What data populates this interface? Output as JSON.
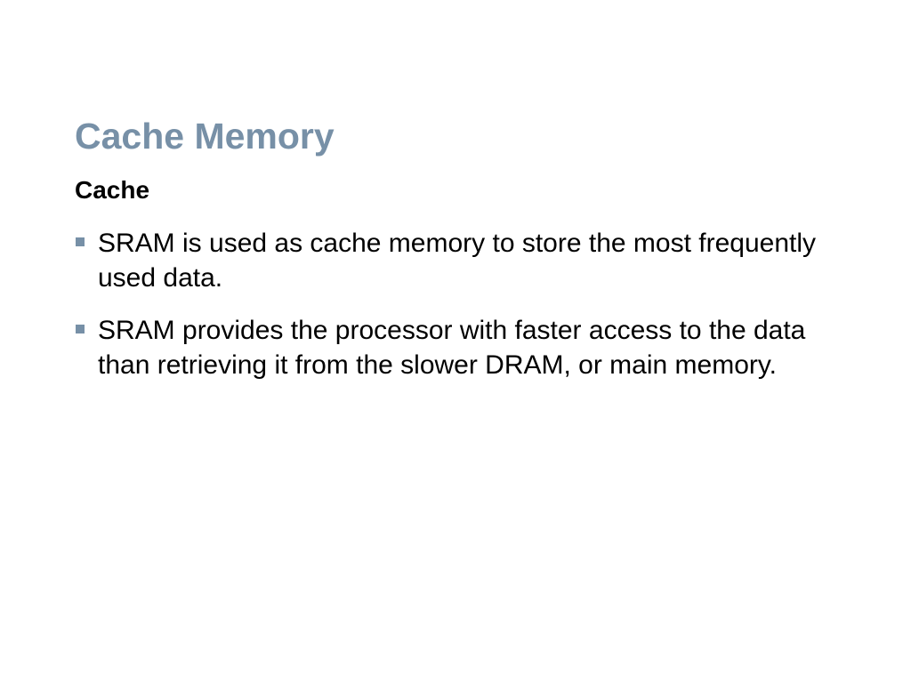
{
  "slide": {
    "title": "Cache Memory",
    "subheading": "Cache",
    "bullets": [
      {
        "text": "SRAM is used as cache memory to store the most frequently used data."
      },
      {
        "text": "SRAM provides the processor with faster access to the data than retrieving it from the slower DRAM, or main memory."
      }
    ]
  },
  "colors": {
    "title": "#7790a7",
    "bullet_marker": "#7790a7",
    "text": "#000000",
    "background": "#ffffff"
  },
  "icons": {
    "bullet": "square-bullet-icon"
  }
}
